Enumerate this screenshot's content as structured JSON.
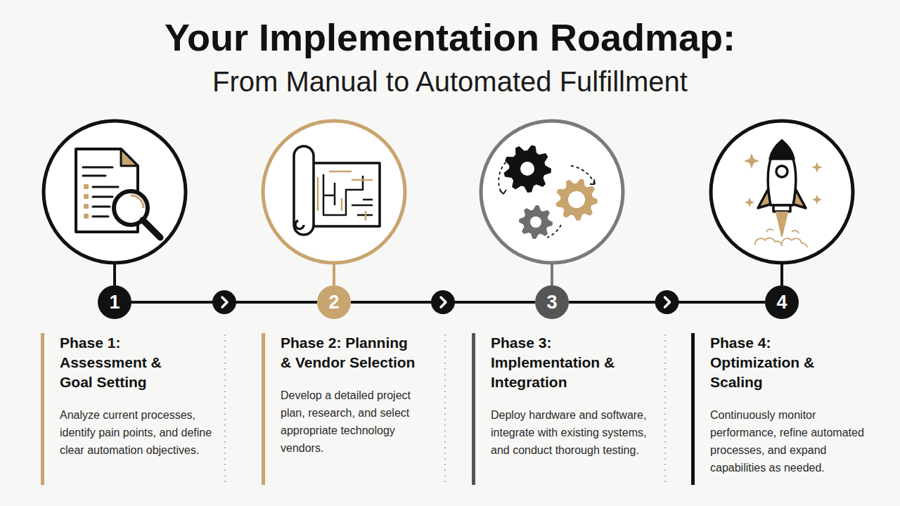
{
  "diagram": {
    "title": "Your Implementation Roadmap:",
    "nodes": [
      {
        "text": [
          "1"
        ]
      },
      {
        "text": [
          "2"
        ]
      },
      {
        "text": [
          "3"
        ]
      },
      {
        "text": [
          "4"
        ]
      },
      {
        "text": [
          "Phase 1: Assessment & Goal Setting",
          "Analyze current processes, identify pain points, and define clear automation objectives."
        ]
      },
      {
        "text": [
          "Phase 2: Planning & Vendor Selection",
          "Develop a detailed project plan, research, and select appropriate technology vendors."
        ]
      },
      {
        "text": [
          "Phase 3: Implementation & Integration",
          "Deploy hardware and software, integrate with existing systems, and conduct thorough testing."
        ]
      },
      {
        "text": [
          "Phase 4: Optimization & Scaling",
          "Continuously monitor performance, refine automated processes, and expand capabilities as needed."
        ]
      }
    ],
    "edges": [
      {
        "from": 0,
        "to": 1,
        "arrow": "to"
      },
      {
        "from": 1,
        "to": 2,
        "arrow": "to"
      },
      {
        "from": 2,
        "to": 3,
        "arrow": "to"
      }
    ],
    "labels": [
      "From Manual to Automated Fulfillment"
    ]
  }
}
